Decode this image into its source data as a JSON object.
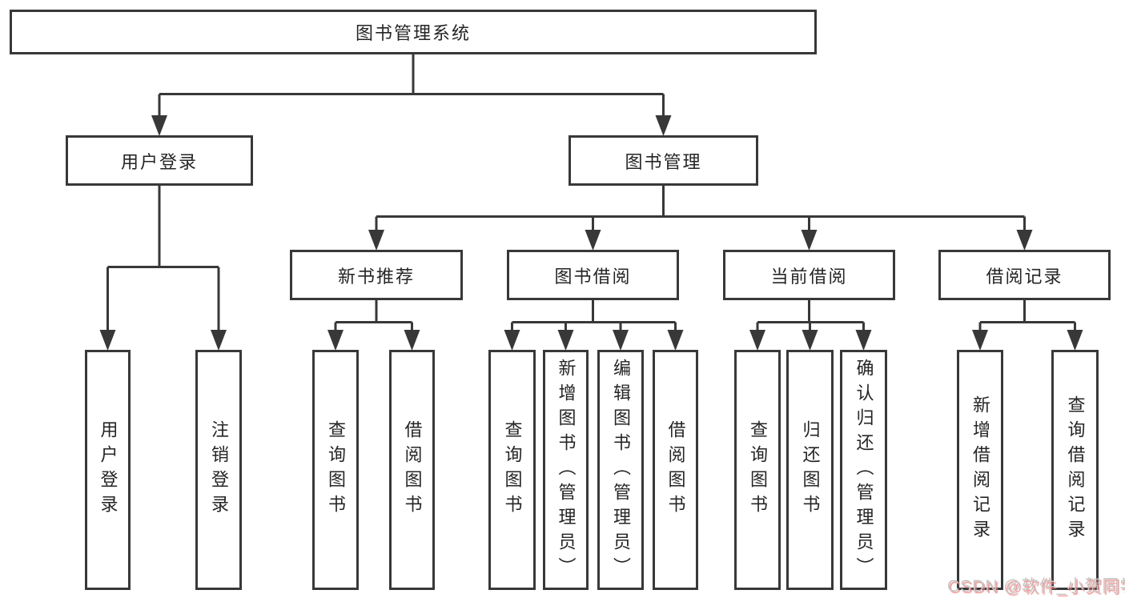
{
  "tree": {
    "root": {
      "label": "图书管理系统"
    },
    "branches": [
      {
        "label": "用户登录",
        "children": [
          "用户登录",
          "注销登录"
        ]
      },
      {
        "label": "图书管理",
        "sections": [
          {
            "label": "新书推荐",
            "children": [
              "查询图书",
              "借阅图书"
            ]
          },
          {
            "label": "图书借阅",
            "children": [
              "查询图书",
              "新增图书（管理员）",
              "编辑图书（管理员）",
              "借阅图书"
            ]
          },
          {
            "label": "当前借阅",
            "children": [
              "查询图书",
              "归还图书",
              "确认归还（管理员）"
            ]
          },
          {
            "label": "借阅记录",
            "children": [
              "新增借阅记录",
              "查询借阅记录"
            ]
          }
        ]
      }
    ]
  },
  "watermark": {
    "text": "CSDN @软件_小贺同学"
  },
  "colors": {
    "line": "#383838",
    "text": "#252525",
    "background": "#ffffff",
    "watermark_text": "#c6c6c6",
    "watermark_shadow": "#f07a7a"
  }
}
